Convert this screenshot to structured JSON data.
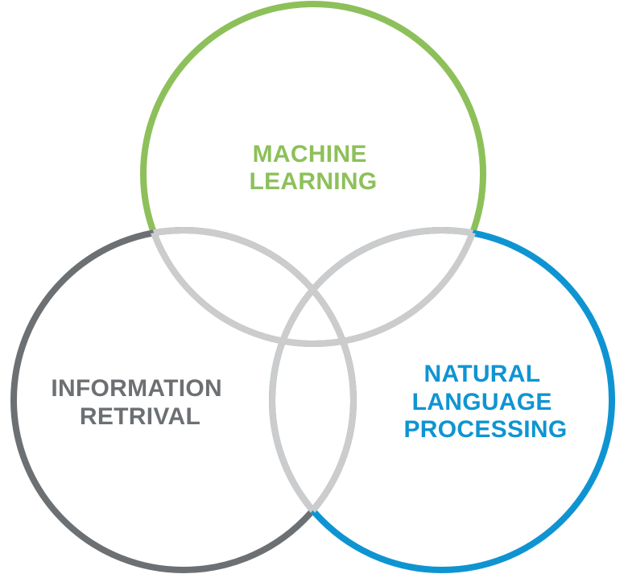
{
  "diagram": {
    "type": "venn",
    "overlap_color": "#cccccc",
    "sets": [
      {
        "id": "ml",
        "lines": [
          "MACHINE",
          "LEARNING"
        ],
        "color": "#8dc05a"
      },
      {
        "id": "ir",
        "lines": [
          "INFORMATION",
          "RETRIVAL"
        ],
        "color": "#6d7073"
      },
      {
        "id": "nlp",
        "lines": [
          "NATURAL",
          "LANGUAGE",
          "PROCESSING"
        ],
        "color": "#0f94d2"
      }
    ]
  }
}
